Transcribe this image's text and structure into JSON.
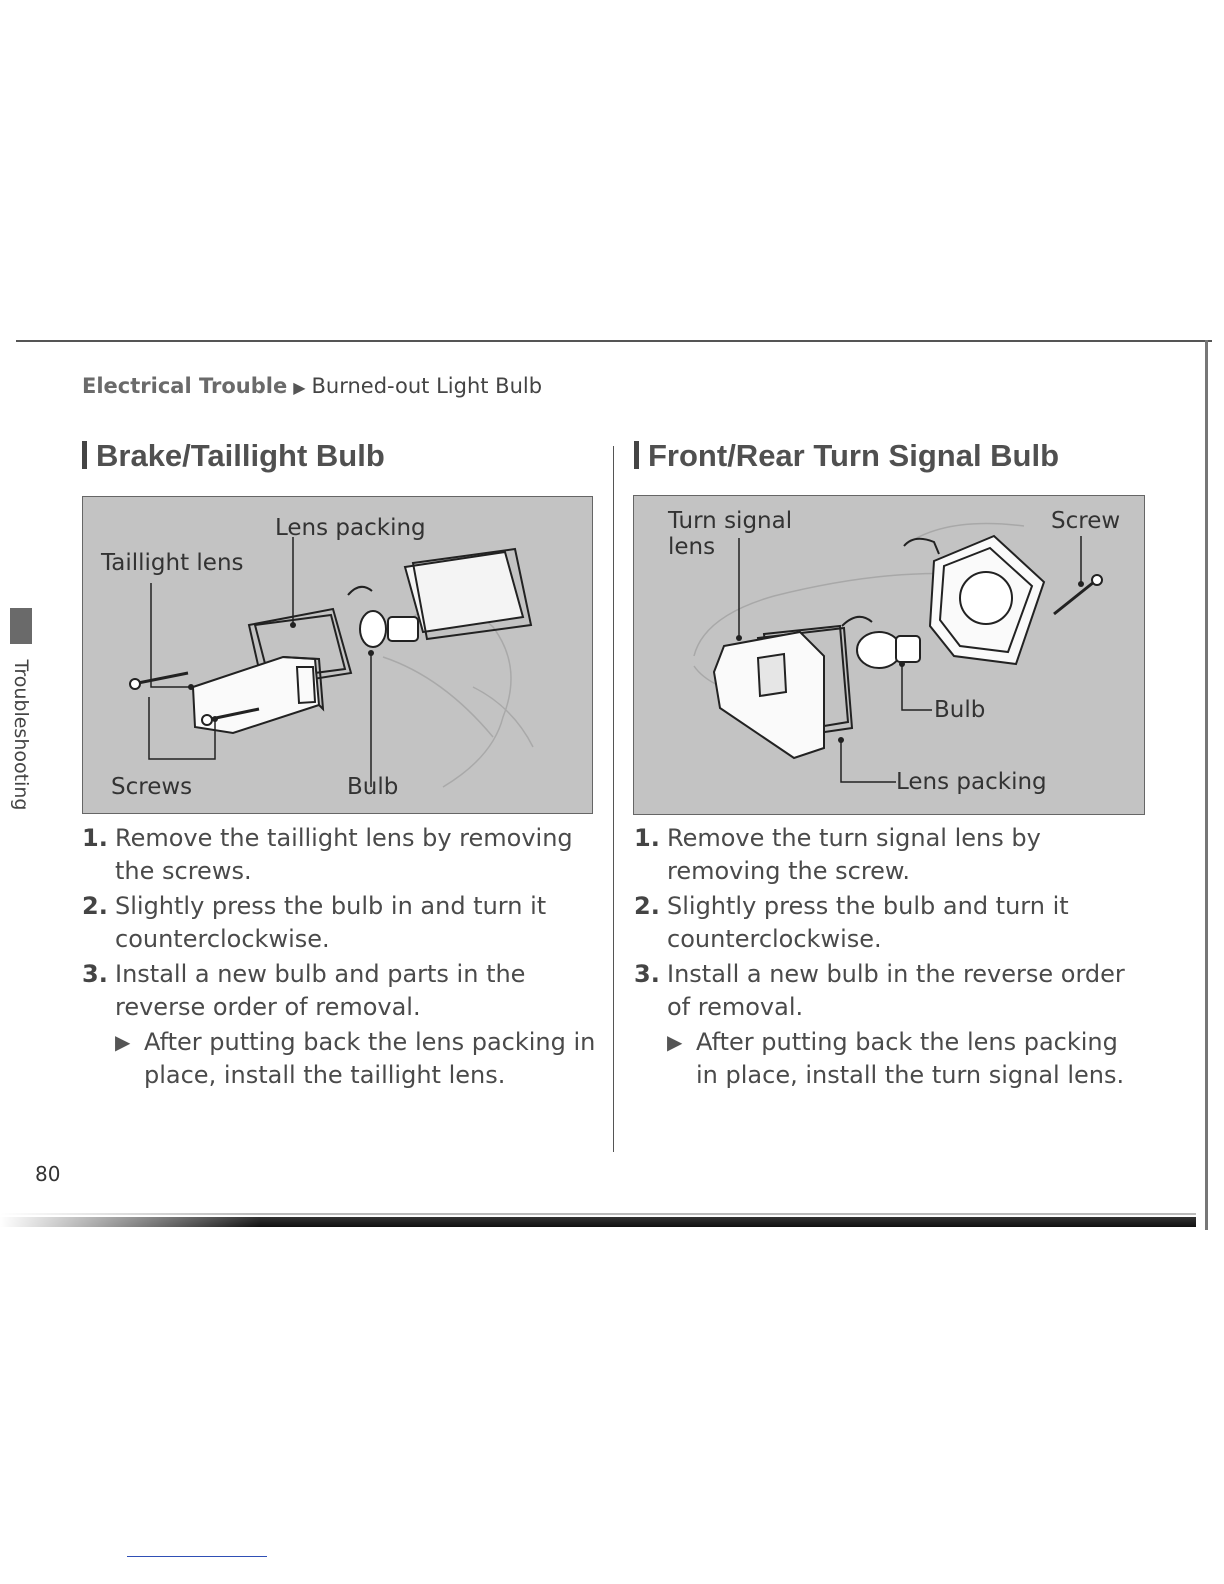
{
  "breadcrumb": {
    "section": "Electrical Trouble",
    "separator": "▶",
    "page": "Burned-out Light Bulb"
  },
  "side_tab": {
    "label": "Troubleshooting"
  },
  "left": {
    "heading": "Brake/Taillight Bulb",
    "figure_labels": {
      "lens_packing": "Lens packing",
      "taillight_lens": "Taillight lens",
      "screws": "Screws",
      "bulb": "Bulb"
    },
    "steps": [
      {
        "num": "1.",
        "text": "Remove the taillight lens by removing the screws."
      },
      {
        "num": "2.",
        "text": "Slightly press the bulb in and turn it counterclockwise."
      },
      {
        "num": "3.",
        "text": "Install a new bulb and parts in the reverse order of removal."
      }
    ],
    "note": {
      "arrow": "▶",
      "text": "After putting back the lens packing in place, install the taillight lens."
    }
  },
  "right": {
    "heading": "Front/Rear Turn Signal Bulb",
    "figure_labels": {
      "turn_signal_lens": "Turn signal lens",
      "screw": "Screw",
      "bulb": "Bulb",
      "lens_packing": "Lens packing"
    },
    "steps": [
      {
        "num": "1.",
        "text": "Remove the turn signal lens by removing the screw."
      },
      {
        "num": "2.",
        "text": "Slightly press the bulb and turn it counterclockwise."
      },
      {
        "num": "3.",
        "text": "Install a new bulb in the reverse order of removal."
      }
    ],
    "note": {
      "arrow": "▶",
      "text": "After putting back the lens packing in place, install the turn signal lens."
    }
  },
  "page_number": "80"
}
